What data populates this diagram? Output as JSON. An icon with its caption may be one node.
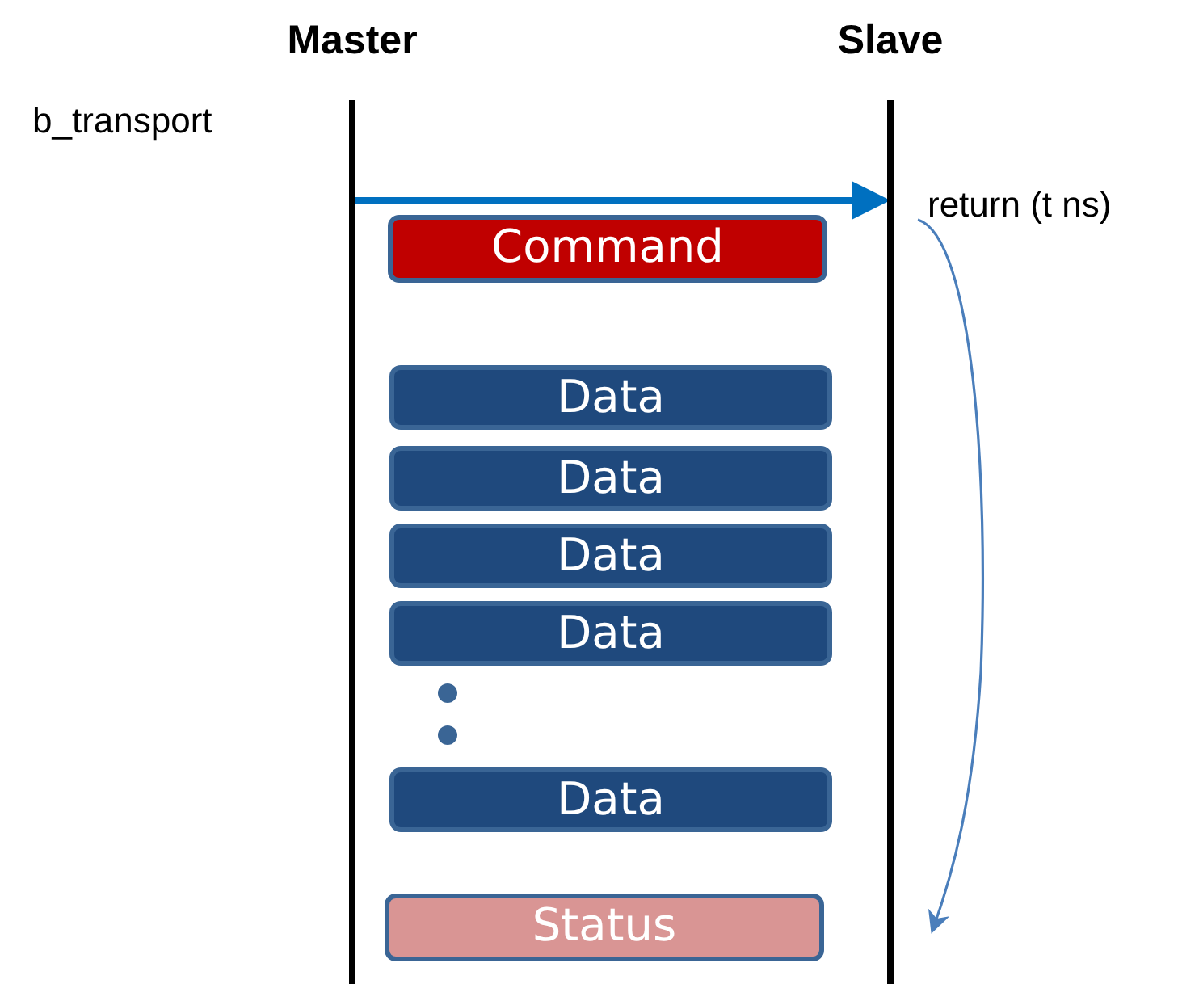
{
  "diagram": {
    "nodes": [
      {
        "text": [
          "Master"
        ]
      },
      {
        "text": [
          "Slave"
        ]
      },
      {
        "text": [
          "Command"
        ]
      },
      {
        "text": [
          "Data"
        ]
      },
      {
        "text": [
          "Data"
        ]
      },
      {
        "text": [
          "Data"
        ]
      },
      {
        "text": [
          "Data"
        ]
      },
      {
        "text": [
          "Data"
        ]
      },
      {
        "text": [
          "Status"
        ]
      },
      {
        "text": [
          "return (t ns)"
        ]
      }
    ],
    "edges": [
      {
        "from": 0,
        "to": 1,
        "arrow": "to",
        "style": "thick",
        "color": "#0070c0"
      },
      {
        "from": 9,
        "to": 1,
        "arrow": "to"
      }
    ],
    "labels": [
      "b_transport"
    ]
  }
}
